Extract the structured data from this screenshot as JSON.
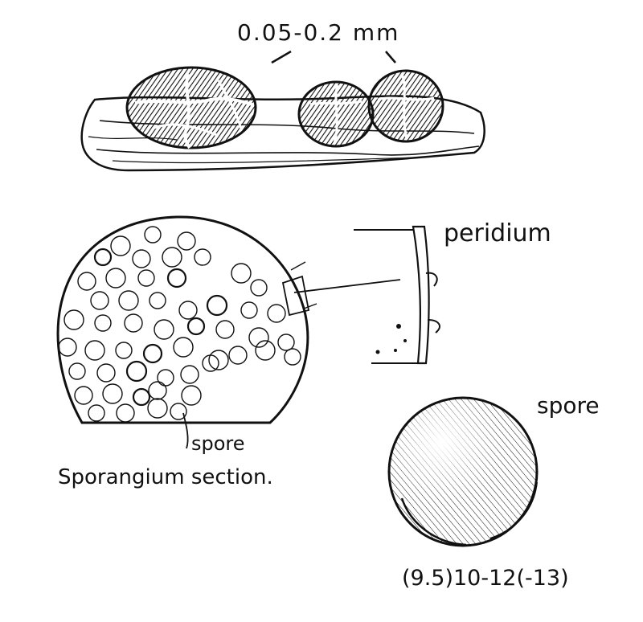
{
  "labels": {
    "size_range": "0.05-0.2 mm",
    "peridium": "peridium",
    "spore_inner": "spore",
    "sporangium_section": "Sporangium section.",
    "spore": "spore",
    "spore_size": "(9.5)10-12(-13)"
  },
  "colors": {
    "ink": "#111111",
    "paper": "#ffffff"
  }
}
